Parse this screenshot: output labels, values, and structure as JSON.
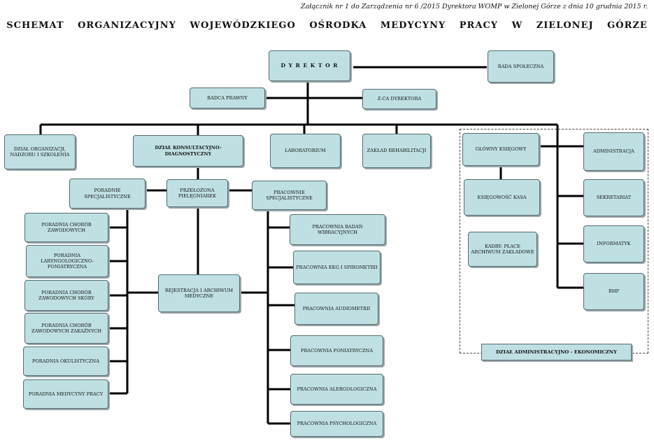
{
  "header": {
    "note": "Załącznik nr 1 do Zarządzenia nr 6 /2015 Dyrektora WOMP w Zielonej Górze z dnia 10 grudnia 2015 r.",
    "title": "SCHEMAT ORGANIZACYJNY WOJEWÓDZKIEGO OŚRODKA MEDYCYNY PRACY W ZIELONEJ GÓRZE"
  },
  "top": {
    "dyrektor": "D Y R E K T O R",
    "rada": "RADA SPOŁECZNA",
    "radca": "RADCA PRAWNY",
    "zastepca": "Z-CA DYREKTORA"
  },
  "level2": {
    "dzial_org": "DZIAŁ ORGANIZACJI, NADZORU I SZKOLENIA",
    "dzial_konsult": "DZIAŁ KONSULTACYJNO-DIAGNOSTYCZNY",
    "laboratorium": "LABORATORIUM",
    "zaklad_rehab": "ZAKŁAD REHABILITACJI"
  },
  "konsult": {
    "poradnie_spec": "PORADNIE SPECJALISTYCZNE",
    "przelozona": "PRZEŁOŻONA PIELĘGNIAREK",
    "pracownie_spec": "PRACOWNIE SPECJALISTYCZNE",
    "rejestracja": "REJESTRACJA I ARCHIWUM MEDYCZNE"
  },
  "poradnie": [
    "PORADNIA CHORÓB ZAWODOWYCH",
    "PORADNIA LARYNGOLOGICZNO-FONIATRYCZNA",
    "PORADNIA CHORÓB ZAWODOWYCH SKÓRY",
    "PORADNIA CHORÓB ZAWODOWYCH ZAKAŹNYCH",
    "PORADNIA OKULISTYCZNA",
    "PORADNIA MEDYCYNY PRACY"
  ],
  "pracownie": [
    "PRACOWNIA BADAŃ WIBRACYJNYCH",
    "PRACOWNIA EKG I SPIROMETRII",
    "PRACOWNIA AUDIOMETRII",
    "PRACOWNIA FONIATRYCZNA",
    "PRACOWNIA ALERGOLOGICZNA",
    "PRACOWNIA PSYCHOLOGICZNA"
  ],
  "admin": {
    "glowny_ksiegowy": "GŁÓWNY KSIĘGOWY",
    "ksiegowosc": "KSIĘGOWOŚĆ KASA",
    "kadry": "KADRY- PŁACE ARCHIWUM ZAKŁADOWE",
    "administracja": "ADMINISTRACJA",
    "sekretariat": "SEKRETARIAT",
    "informatyk": "INFORMATYK",
    "bhp": "BHP",
    "dzial": "DZIAŁ ADMINISTRACYJNO - EKONOMICZNY"
  }
}
